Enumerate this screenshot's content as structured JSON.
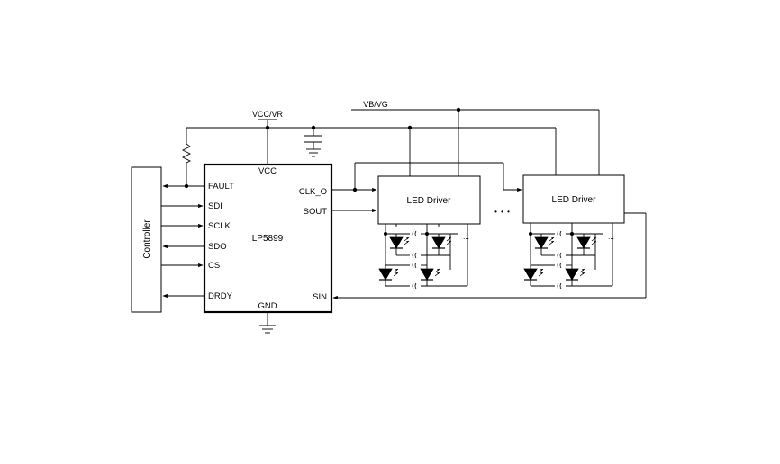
{
  "controller": {
    "label": "Controller"
  },
  "ic": {
    "name": "LP5899",
    "pins_left": [
      "FAULT",
      "SDI",
      "SCLK",
      "SDO",
      "CS",
      "DRDY"
    ],
    "pin_vcc": "VCC",
    "pin_gnd": "GND",
    "pin_clk_o": "CLK_O",
    "pin_sout": "SOUT",
    "pin_sin": "SIN"
  },
  "rails": {
    "vcc_vr": "VCC/VR",
    "vled": "VB/VG"
  },
  "drivers": [
    {
      "label": "LED Driver"
    },
    {
      "label": "LED Driver"
    }
  ],
  "ellipsis": "• • •"
}
